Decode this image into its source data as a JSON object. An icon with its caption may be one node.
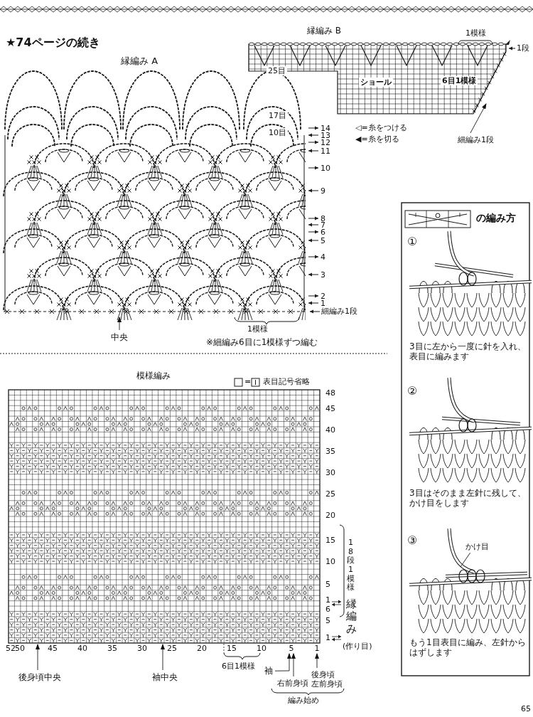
{
  "diagram": {
    "nodes": [
      {
        "text": [
          "中央"
        ]
      },
      {
        "text": [
          "細編み1段"
        ]
      },
      {
        "text": [
          "かけ目"
        ]
      },
      {
        "text": [
          "後身頃中央"
        ]
      },
      {
        "text": [
          "袖中央"
        ]
      },
      {
        "text": [
          "袖"
        ]
      },
      {
        "text": [
          "右前身頃"
        ]
      },
      {
        "text": [
          "後身頃",
          "左前身頃"
        ]
      },
      {
        "text": [
          "5"
        ]
      },
      {
        "text": [
          "1"
        ]
      },
      {
        "text": [],
        "shape": "picture"
      }
    ],
    "edges": [
      {
        "from": 0,
        "to": null,
        "arrow": "to"
      },
      {
        "from": 1,
        "to": null,
        "arrow": "to"
      },
      {
        "from": 2,
        "to": null,
        "arrow": "none"
      },
      {
        "from": 3,
        "to": 10,
        "arrow": "to"
      },
      {
        "from": 4,
        "to": 10,
        "arrow": "to"
      },
      {
        "from": 5,
        "to": 8,
        "arrow": "to"
      },
      {
        "from": 6,
        "to": 8,
        "arrow": "to"
      },
      {
        "from": 7,
        "to": 9,
        "arrow": "to"
      }
    ],
    "labels": [
      "★74ページの続き",
      "縁編み B",
      "1模様",
      "1段",
      "縁編み A",
      "25目",
      "ショール",
      "6目1模様",
      "17目",
      "10目",
      "◁=糸をつける",
      "◀=糸を切る",
      "14",
      "13",
      "12",
      "11",
      "10",
      "9",
      "8",
      "7",
      "6",
      "5",
      "4",
      "3",
      "2",
      "1",
      "細編み1段",
      "1模様",
      "※細編み6目に1模様ずつ編む",
      "の編み方",
      "①",
      "3目に左から一度に針を入れ、表目に編みます",
      "模様編み",
      "=",
      "表目記号省略",
      "48",
      "45",
      "40",
      "35",
      "30",
      "25",
      "20",
      "15",
      "10",
      "5",
      "18段1模様",
      "1",
      "6",
      "5",
      "1",
      "縁編み",
      "(作り目)",
      "②",
      "3目はそのまま左針に残して、かけ目をします",
      "③",
      "もう1目表目に編み、左針からはずします",
      "52",
      "50",
      "45",
      "40",
      "35",
      "30",
      "25",
      "20",
      "15",
      "10",
      "6目1模様",
      "編み始め",
      "65"
    ]
  }
}
